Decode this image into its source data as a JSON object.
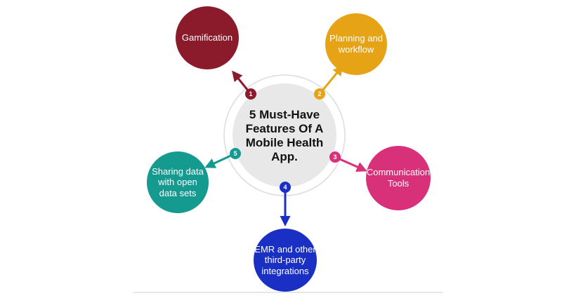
{
  "title": "5 Must-Have\nFeatures Of A\nMobile Health\nApp.",
  "features": [
    {
      "number": "1",
      "label": "Gamification",
      "color": "#8b1a2b",
      "icon": "arrow-icon"
    },
    {
      "number": "2",
      "label": "Planning and\nworkflow",
      "color": "#e6a315",
      "icon": "arrow-icon"
    },
    {
      "number": "3",
      "label": "Communication\nTools",
      "color": "#d9307a",
      "icon": "arrow-icon"
    },
    {
      "number": "4",
      "label": "EMR and other\nthird-party\nintegrations",
      "color": "#1a2fc4",
      "icon": "arrow-icon"
    },
    {
      "number": "5",
      "label": "Sharing data\nwith open\ndata sets",
      "color": "#149a8f",
      "icon": "arrow-icon"
    }
  ],
  "colors": {
    "center_fill": "#e8e8e8",
    "center_ring": "#d9d9d9",
    "title_text": "#111111",
    "node_text": "#ffffff"
  }
}
